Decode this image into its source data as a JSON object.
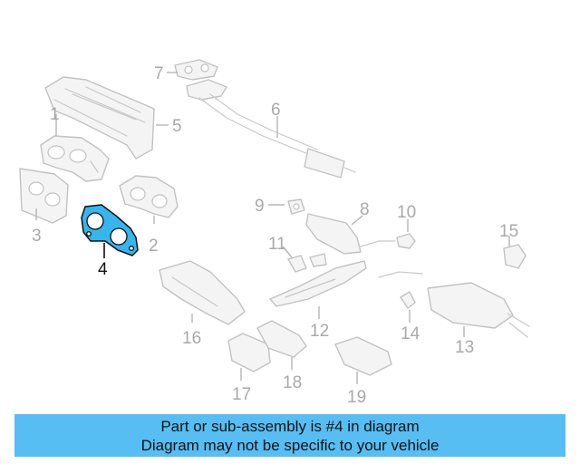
{
  "diagram": {
    "callouts": [
      "1",
      "2",
      "3",
      "4",
      "5",
      "6",
      "7",
      "8",
      "9",
      "10",
      "11",
      "12",
      "13",
      "14",
      "15",
      "16",
      "17",
      "18",
      "19"
    ],
    "highlighted_part": "4"
  },
  "banner": {
    "line1": "Part or sub-assembly is #4 in diagram",
    "line2": "Diagram may not be specific to your vehicle"
  },
  "colors": {
    "highlight": "#35b6ee",
    "banner": "#56bef3",
    "part_lines": "#c2c2c2",
    "callout_text": "#a9a9a9"
  }
}
